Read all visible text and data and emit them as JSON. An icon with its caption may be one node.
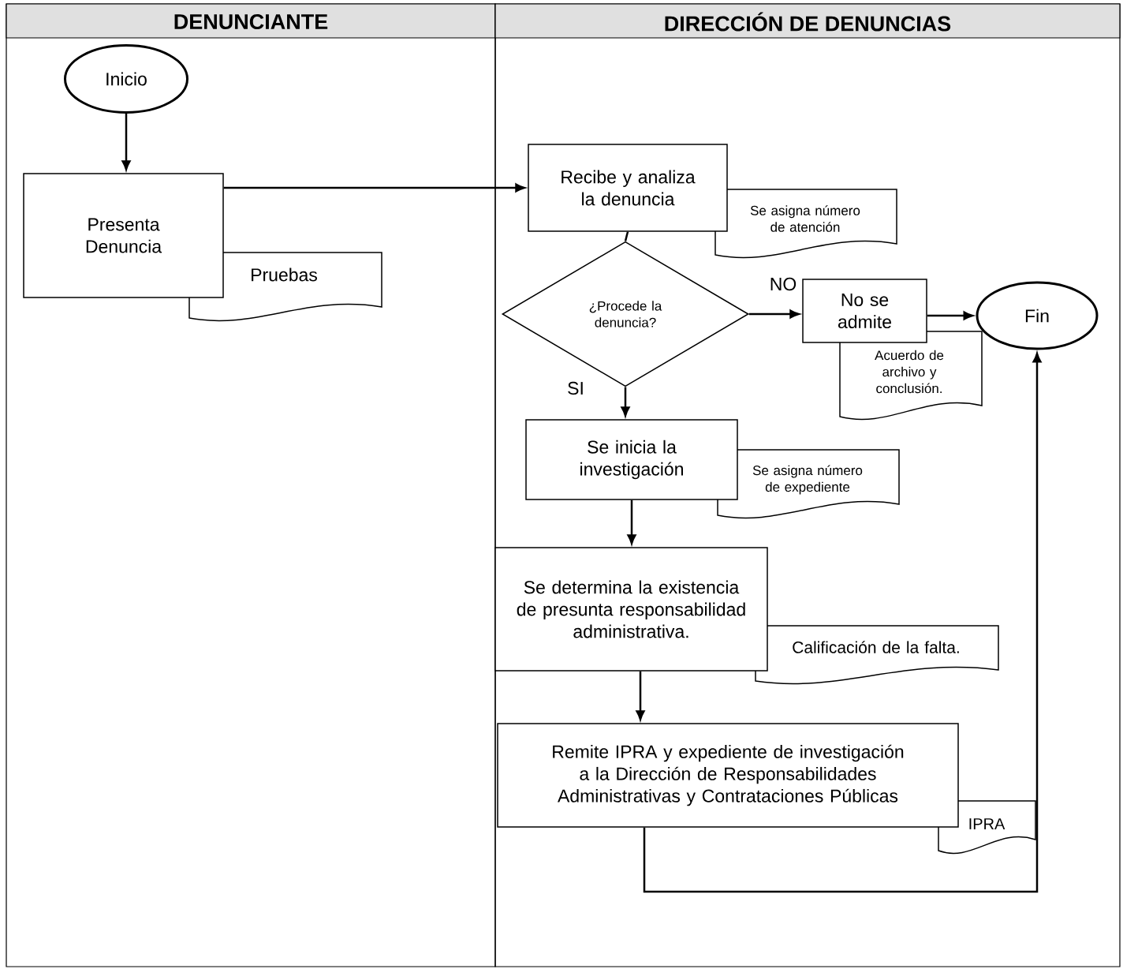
{
  "diagram": {
    "nodes": [
      {
        "text": [
          "DENUNCIANTE"
        ]
      },
      {
        "text": [
          "DIRECCIÓN DE DENUNCIAS"
        ]
      },
      {
        "text": [
          "Inicio"
        ],
        "in": 0
      },
      {
        "text": [
          "Presenta Denuncia"
        ],
        "in": 0
      },
      {
        "text": [
          "Pruebas"
        ],
        "in": 0
      },
      {
        "text": [
          "Recibe y analiza la denuncia"
        ],
        "in": 1
      },
      {
        "text": [
          "Se asigna número de atención"
        ],
        "in": 1
      },
      {
        "text": [
          "¿Procede la denuncia?"
        ],
        "in": 1
      },
      {
        "text": [
          "No se admite"
        ],
        "in": 1
      },
      {
        "text": [
          "Acuerdo de archivo y conclusión."
        ],
        "in": 1
      },
      {
        "text": [
          "Fin"
        ],
        "in": 1
      },
      {
        "text": [
          "Se inicia la investigación"
        ],
        "in": 1
      },
      {
        "text": [
          "Se asigna número de expediente"
        ],
        "in": 1
      },
      {
        "text": [
          "Se determina la existencia de presunta responsabilidad administrativa."
        ],
        "in": 1
      },
      {
        "text": [
          "Calificación de la falta."
        ],
        "in": 1
      },
      {
        "text": [
          "Remite IPRA y expediente de investigación a la Dirección de Responsabilidades Administrativas y Contrataciones Públicas"
        ],
        "in": 1
      },
      {
        "text": [
          "IPRA"
        ],
        "in": 1
      }
    ],
    "edges": [
      {
        "from": 2,
        "to": 3,
        "arrow": "to"
      },
      {
        "from": 3,
        "to": 5,
        "arrow": "to"
      },
      {
        "from": 5,
        "to": 7,
        "arrow": "none"
      },
      {
        "from": 7,
        "to": 8,
        "arrow": "to",
        "label": "NO"
      },
      {
        "from": 8,
        "to": 10,
        "arrow": "to"
      },
      {
        "from": 7,
        "to": 11,
        "arrow": "to",
        "label": "SI"
      },
      {
        "from": 11,
        "to": 13,
        "arrow": "to"
      },
      {
        "from": 13,
        "to": 15,
        "arrow": "to"
      },
      {
        "from": 15,
        "to": 10,
        "arrow": "to"
      }
    ]
  }
}
